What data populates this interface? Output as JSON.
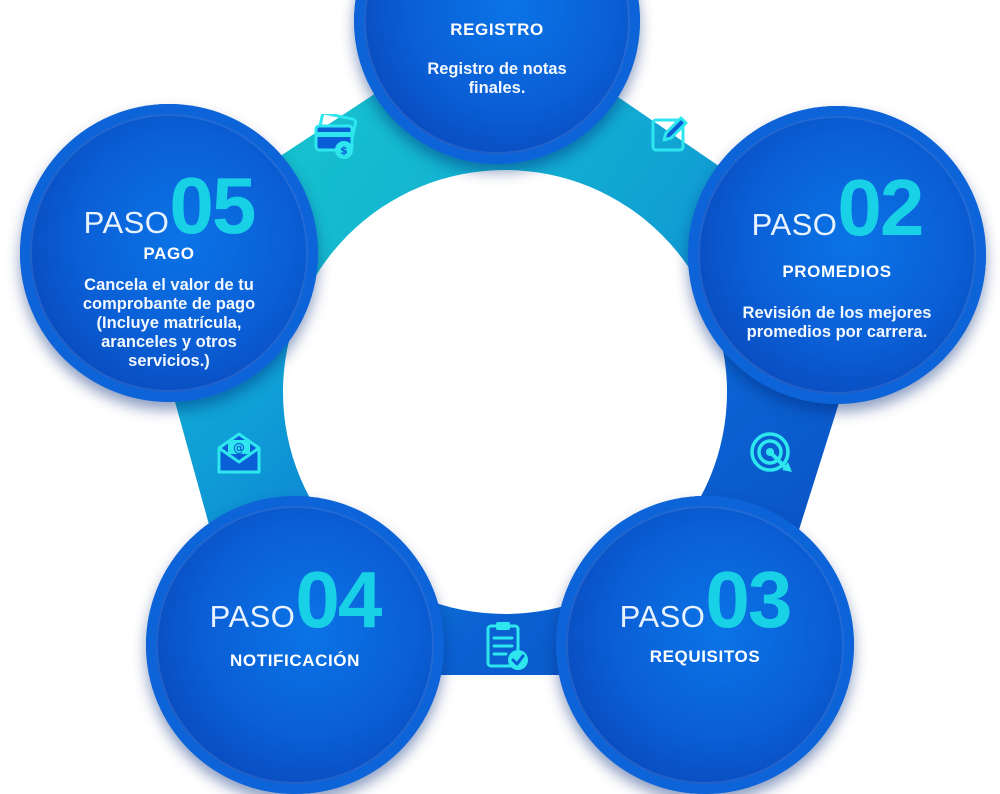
{
  "steps": [
    {
      "paso_word": "",
      "number": "",
      "title": "REGISTRO",
      "description": "Registro de notas finales."
    },
    {
      "paso_word": "PASO",
      "number": "02",
      "title": "PROMEDIOS",
      "description": "Revisión de los mejores promedios por carrera."
    },
    {
      "paso_word": "PASO",
      "number": "03",
      "title": "REQUISITOS",
      "description": ""
    },
    {
      "paso_word": "PASO",
      "number": "04",
      "title": "NOTIFICACIÓN",
      "description": ""
    },
    {
      "paso_word": "PASO",
      "number": "05",
      "title": "PAGO",
      "description": "Cancela el valor de tu comprobante de pago (Incluye matrícula, aranceles y otros servicios.)"
    }
  ],
  "icons": [
    "edit-icon",
    "target-icon",
    "clipboard-check-icon",
    "email-icon",
    "payment-card-icon"
  ],
  "colors": {
    "accent_cyan": "#19d1e6",
    "circle_blue": "#0b5fd6",
    "ring_teal": "#13b8cf",
    "ring_blue": "#0a4fc4"
  }
}
